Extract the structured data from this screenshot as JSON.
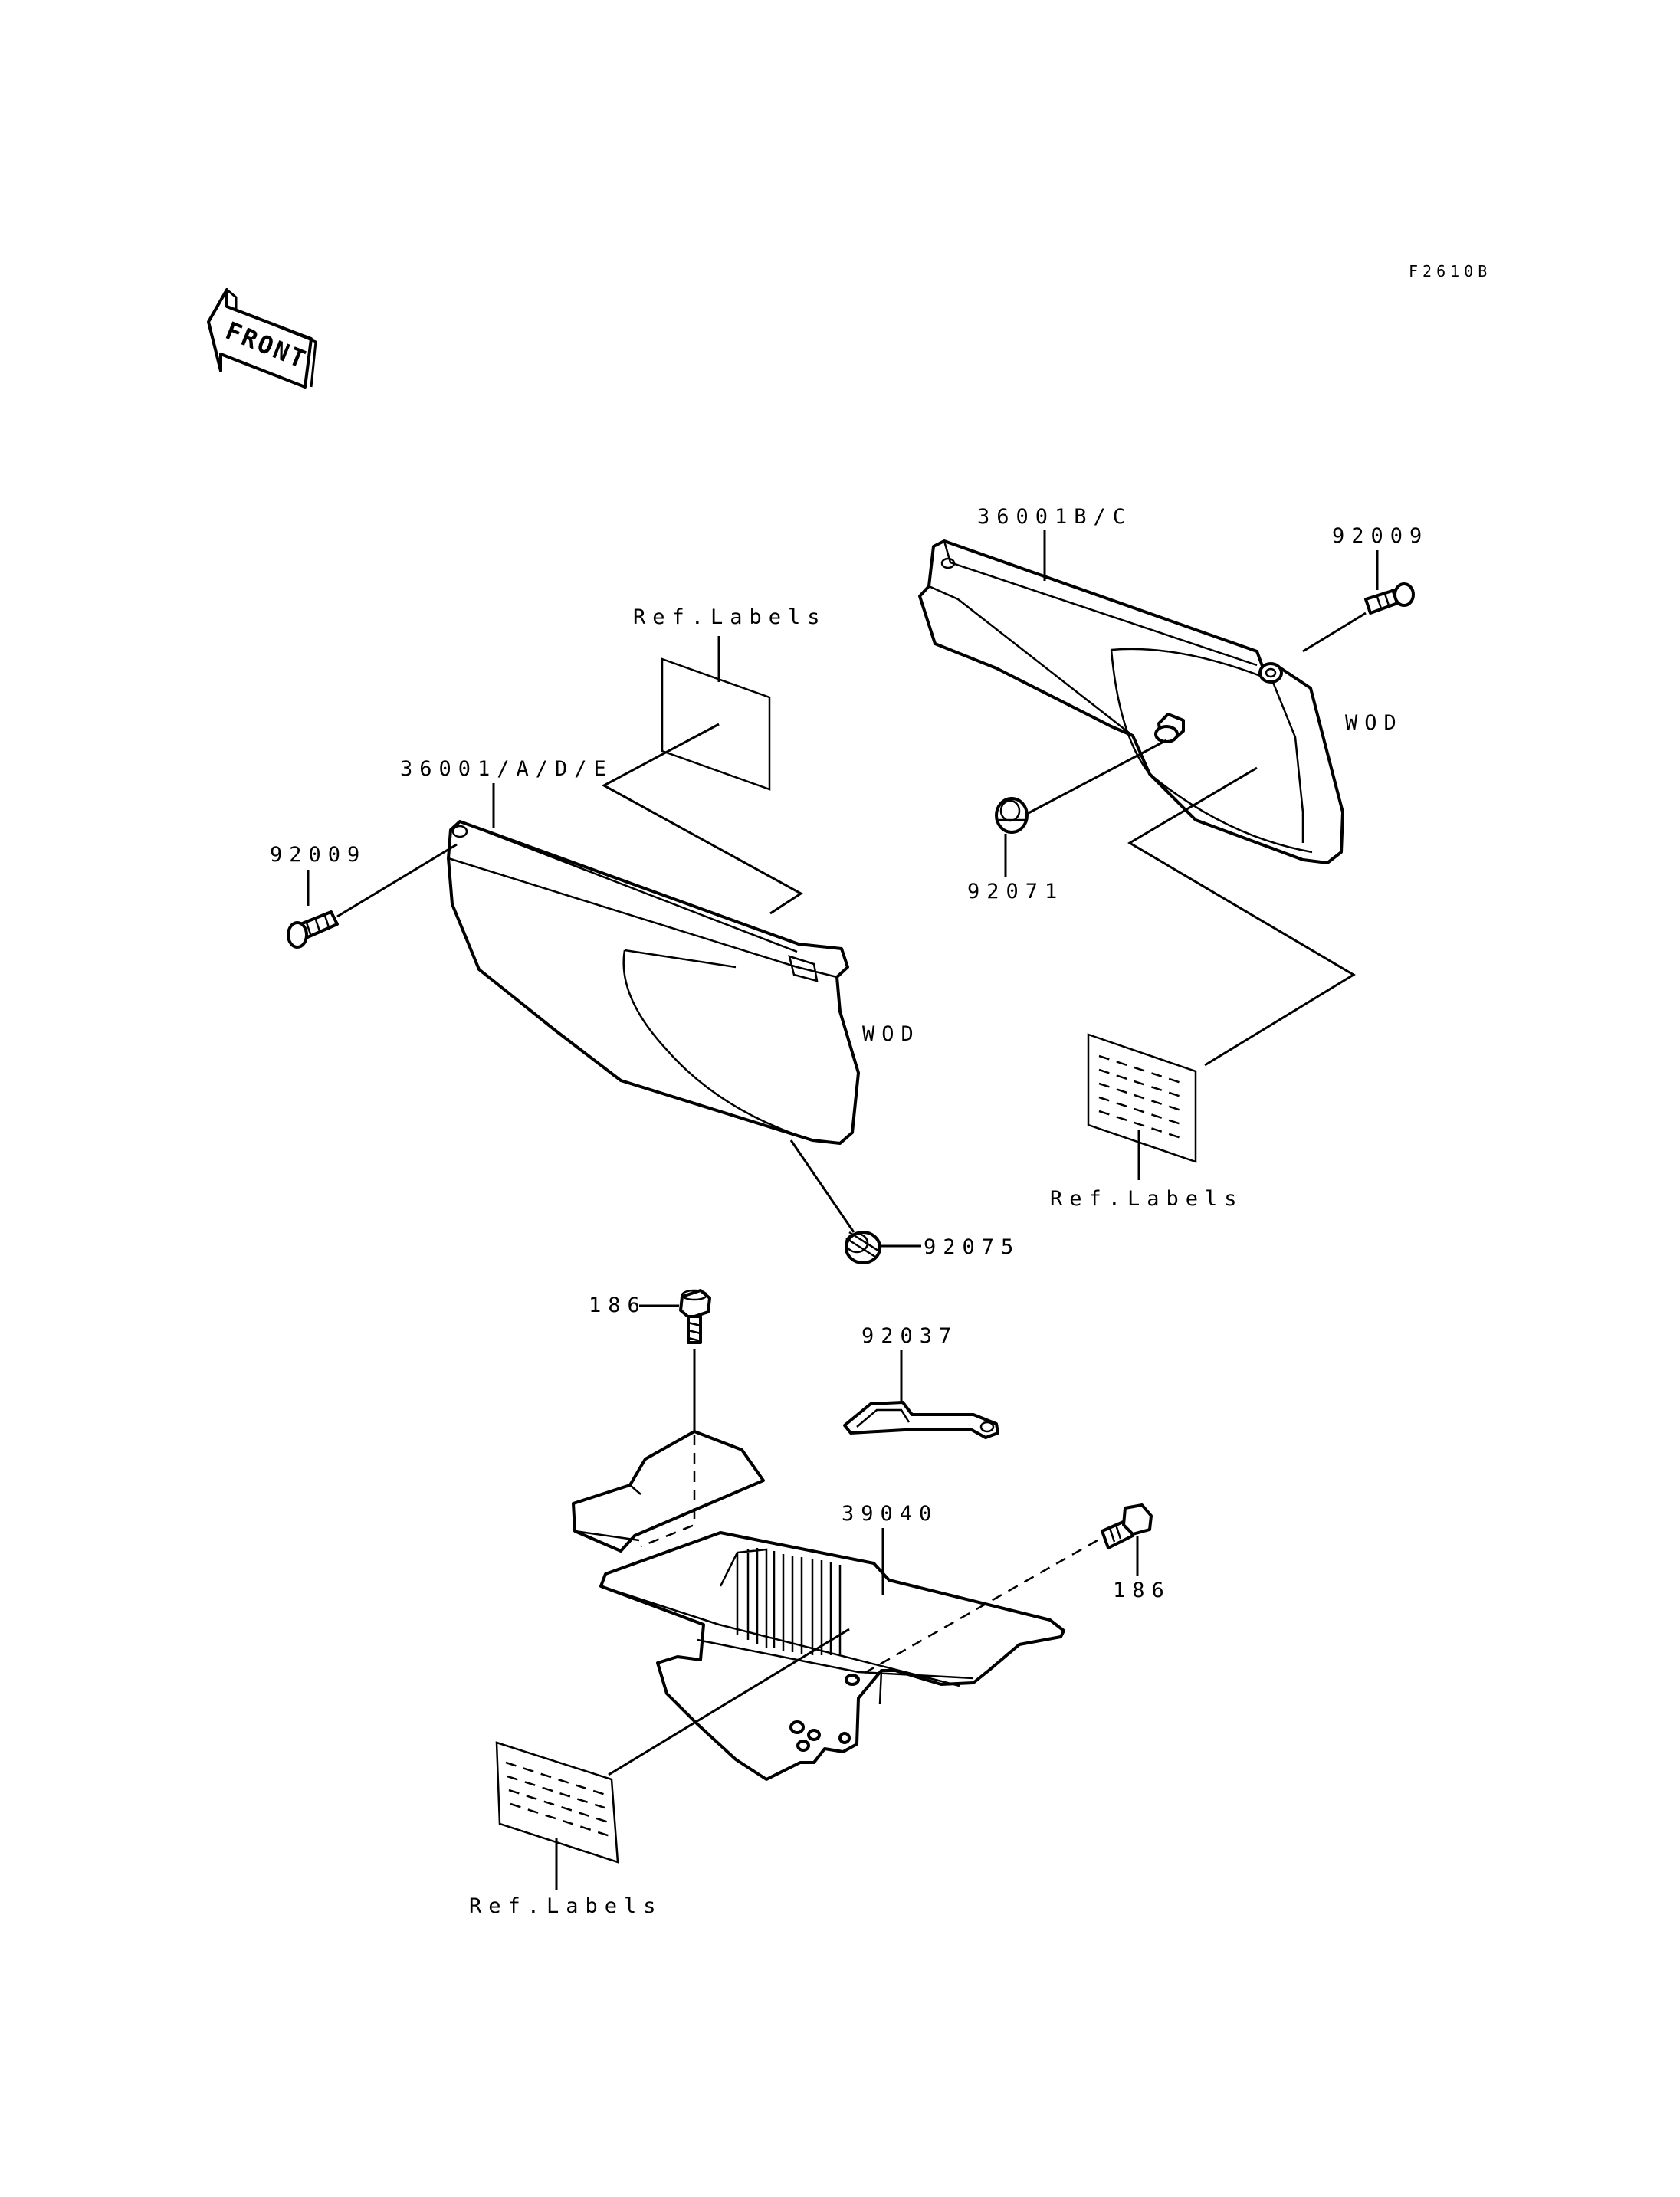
{
  "figure_code": "F2610B",
  "front_arrow": {
    "label": "FRONT",
    "icon": "front-arrow-icon"
  },
  "callouts": {
    "cover_left": "36001/A/D/E",
    "cover_right": "36001B/C",
    "screw_left": "92009",
    "screw_right": "92009",
    "grommet_left": "92075",
    "grommet_right": "92071",
    "bolt_upper": "186",
    "bolt_right": "186",
    "bracket": "92037",
    "guard": "39040",
    "wod_left": "WOD",
    "wod_right": "WOD",
    "labels_top": "Ref.Labels",
    "labels_right": "Ref.Labels",
    "labels_bottom": "Ref.Labels"
  }
}
